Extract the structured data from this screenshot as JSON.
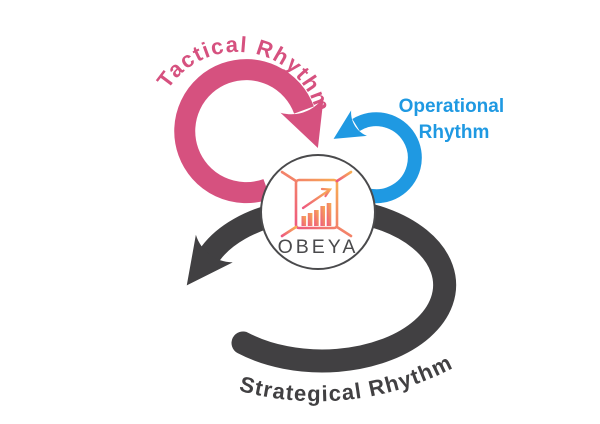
{
  "center": {
    "label": "OBEYA"
  },
  "cycles": [
    {
      "name": "tactical",
      "label": "Tactical Rhythm",
      "color": "#d6517f",
      "direction": "clockwise"
    },
    {
      "name": "operational",
      "label": "Operational Rhythm",
      "label_lines": [
        "Operational",
        "Rhythm"
      ],
      "color": "#1f99e2",
      "direction": "counterclockwise"
    },
    {
      "name": "strategical",
      "label": "Strategical Rhythm",
      "color": "#414042",
      "direction": "counterclockwise"
    }
  ],
  "icon": {
    "name": "obeya-room-bar-chart-icon",
    "gradient_start": "#ee5880",
    "gradient_end": "#f8ad52"
  },
  "colors": {
    "background": "#ffffff",
    "circle_border": "#4a4a4c",
    "obeya_text": "#4a4a4c"
  }
}
